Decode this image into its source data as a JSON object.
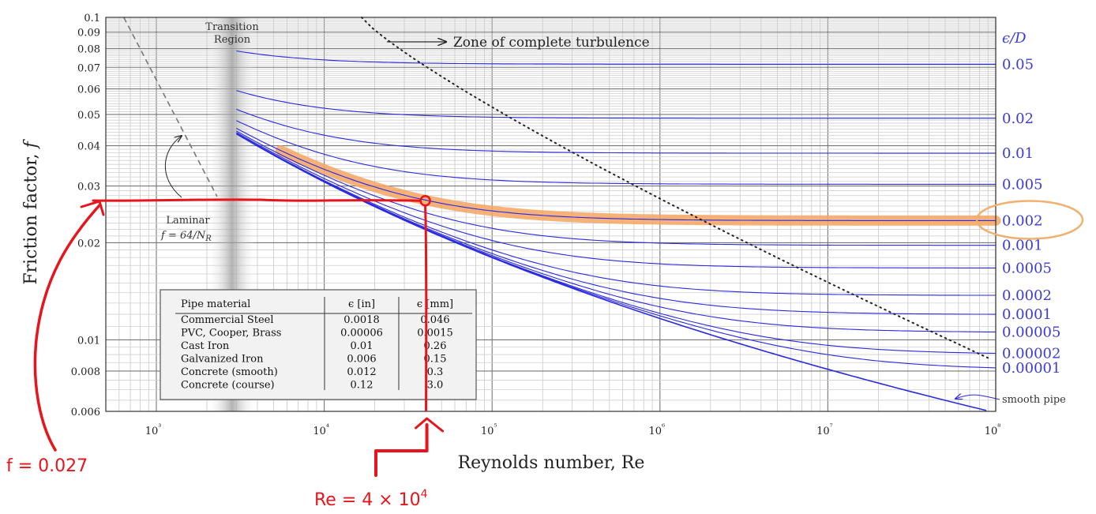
{
  "chart_data": {
    "type": "line",
    "title": "",
    "xlabel": "Reynolds number, Re",
    "ylabel": "Friction factor, f",
    "xscale": "log",
    "yscale": "log",
    "xlim": [
      500,
      100000000
    ],
    "ylim": [
      0.006,
      0.1
    ],
    "grid": true,
    "x_ticks": [
      {
        "value": 1000,
        "label": "10³"
      },
      {
        "value": 10000,
        "label": "10⁴"
      },
      {
        "value": 100000,
        "label": "10⁵"
      },
      {
        "value": 1000000,
        "label": "10⁶"
      },
      {
        "value": 10000000,
        "label": "10⁷"
      },
      {
        "value": 100000000,
        "label": "10⁸"
      }
    ],
    "y_ticks": [
      {
        "value": 0.1,
        "label": "0.1"
      },
      {
        "value": 0.09,
        "label": "0.09"
      },
      {
        "value": 0.08,
        "label": "0.08"
      },
      {
        "value": 0.07,
        "label": "0.07"
      },
      {
        "value": 0.06,
        "label": "0.06"
      },
      {
        "value": 0.05,
        "label": "0.05"
      },
      {
        "value": 0.04,
        "label": "0.04"
      },
      {
        "value": 0.03,
        "label": "0.03"
      },
      {
        "value": 0.02,
        "label": "0.02"
      },
      {
        "value": 0.01,
        "label": "0.01"
      },
      {
        "value": 0.008,
        "label": "0.008"
      },
      {
        "value": 0.006,
        "label": "0.006"
      }
    ],
    "relative_roughness_header": "ϵ/D",
    "series": [
      {
        "name": "0.05",
        "eps": 0.05
      },
      {
        "name": "0.02",
        "eps": 0.02
      },
      {
        "name": "0.01",
        "eps": 0.01
      },
      {
        "name": "0.005",
        "eps": 0.005
      },
      {
        "name": "0.002",
        "eps": 0.002
      },
      {
        "name": "0.001",
        "eps": 0.001
      },
      {
        "name": "0.0005",
        "eps": 0.0005
      },
      {
        "name": "0.0002",
        "eps": 0.0002
      },
      {
        "name": "0.0001",
        "eps": 0.0001
      },
      {
        "name": "0.00005",
        "eps": 5e-05
      },
      {
        "name": "0.00002",
        "eps": 2e-05
      },
      {
        "name": "0.00001",
        "eps": 1e-05
      },
      {
        "name": "smooth pipe",
        "eps": 0
      }
    ],
    "turbulent_start_re": 3000,
    "laminar": {
      "label_line1": "Laminar",
      "label_line2": "f = 64/N",
      "label_subscript": "R",
      "re_range": [
        640,
        2300
      ]
    },
    "transition_region": {
      "label_line1": "Transition",
      "label_line2": "Region",
      "re_range": [
        2000,
        4000
      ]
    },
    "complete_turbulence": {
      "label": "Zone of complete turbulence"
    },
    "highlighted_eps": 0.002,
    "highlight_color": "#f4a460",
    "curve_color": "#2a2ae0",
    "annotation_color": "#e8141c",
    "annotation_point": {
      "re": 40000,
      "f": 0.027
    },
    "annotation_f_label": "f = 0.027",
    "annotation_re_label": "Re = 4 × 10",
    "annotation_re_exponent": "4",
    "table": {
      "headers": [
        "Pipe material",
        "ϵ  [in]",
        "ϵ  [mm]"
      ],
      "rows": [
        [
          "Commercial Steel",
          "0.0018",
          "0.046"
        ],
        [
          "PVC, Cooper, Brass",
          "0.00006",
          "0.0015"
        ],
        [
          "Cast Iron",
          "0.01",
          "0.26"
        ],
        [
          "Galvanized Iron",
          "0.006",
          "0.15"
        ],
        [
          "Concrete (smooth)",
          "0.012",
          "0.3"
        ],
        [
          "Concrete (course)",
          "0.12",
          "3.0"
        ]
      ]
    }
  }
}
